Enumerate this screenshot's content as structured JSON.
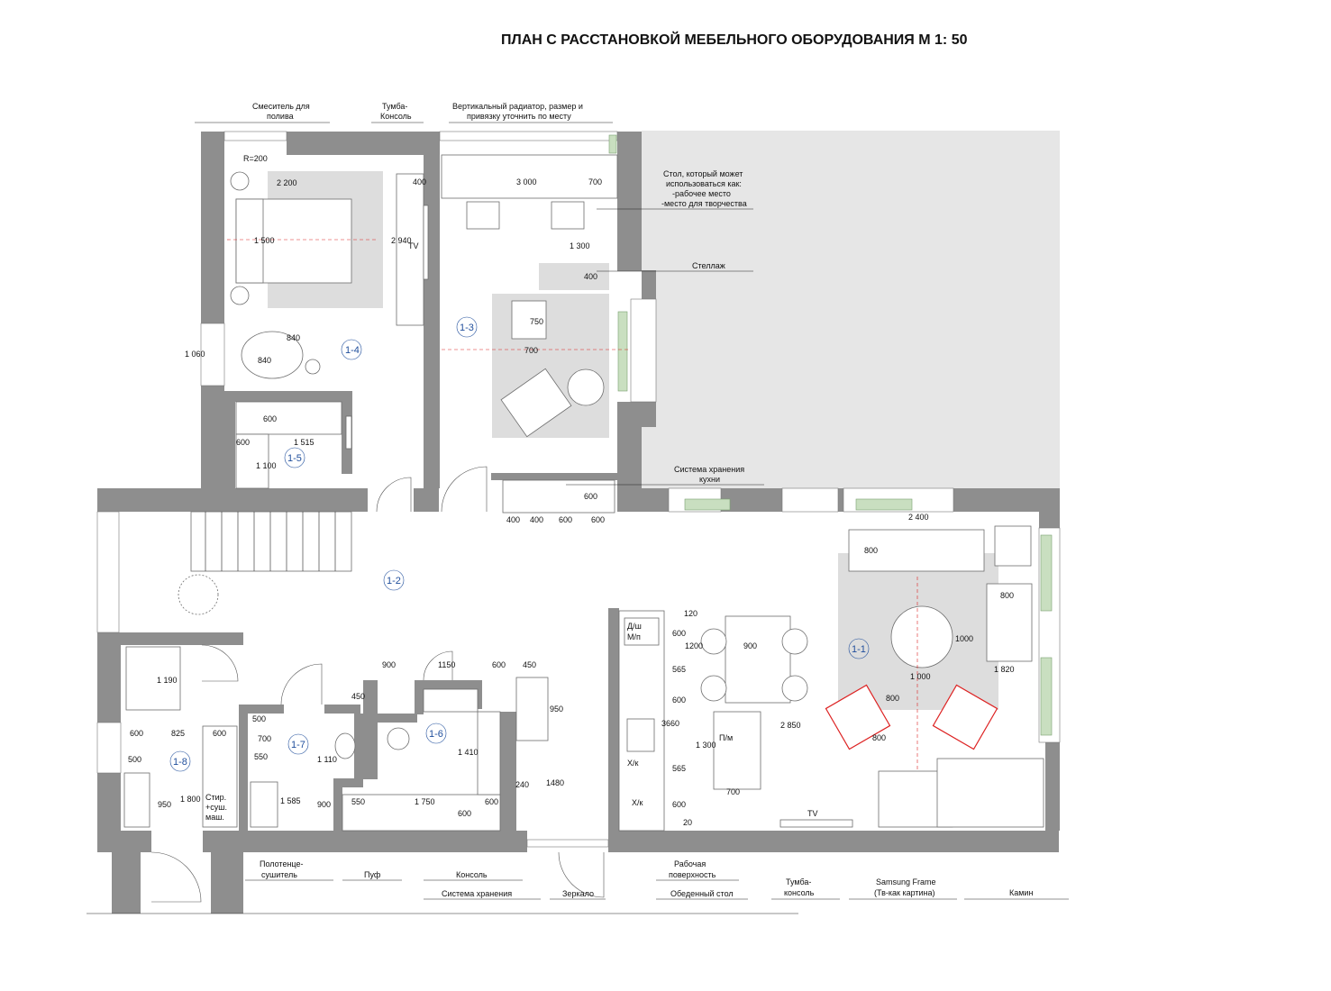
{
  "title": "ПЛАН С РАССТАНОВКОЙ МЕБЕЛЬНОГО ОБОРУДОВАНИЯ М 1: 50",
  "rooms": {
    "r11": "1-1",
    "r12": "1-2",
    "r13": "1-3",
    "r14": "1-4",
    "r15": "1-5",
    "r16": "1-6",
    "r17": "1-7",
    "r18": "1-8"
  },
  "labels": {
    "mixer": "Смеситель для",
    "mixer2": "полива",
    "tumba_top": "Тумба-",
    "tumba_top2": "Консоль",
    "radiator": "Вертикальный радиатор, размер и",
    "radiator2": "привязку уточнить по месту",
    "desk1": "Стол, который может",
    "desk2": "использоваться как:",
    "desk3": "-рабочее место",
    "desk4": "-место для творчества",
    "shelf": "Стеллаж",
    "storage_kitchen": "Система хранения",
    "storage_kitchen2": "кухни",
    "tv1": "TV",
    "tv2": "TV",
    "towel": "Полотенце-",
    "towel2": "сушитель",
    "pouf": "Пуф",
    "console": "Консоль",
    "storage": "Система хранения",
    "mirror": "Зеркало",
    "worktop": "Рабочая",
    "worktop2": "поверхность",
    "dining": "Обеденный стол",
    "tumba_bot": "Тумба-",
    "tumba_bot2": "консоль",
    "samsung": "Samsung Frame",
    "samsung2": "(Тв-как картина)",
    "fireplace": "Камин",
    "dw": "Д/ш",
    "mp": "М/п",
    "pm": "П/м",
    "xk": "Х/к",
    "xk2": "Х/к",
    "wm1": "Стир.",
    "wm2": "+суш.",
    "wm3": "маш.",
    "r200": "R=200"
  },
  "dims": [
    "2 200",
    "400",
    "3 000",
    "700",
    "1 500",
    "2 940",
    "1 300",
    "400",
    "840",
    "840",
    "750",
    "700",
    "1 060",
    "600",
    "600",
    "1 515",
    "1 100",
    "600",
    "400",
    "400",
    "600",
    "600",
    "2 400",
    "800",
    "800",
    "1000",
    "1 000",
    "1 820",
    "800",
    "800",
    "120",
    "600",
    "1200",
    "900",
    "565",
    "600",
    "3660",
    "1 300",
    "565",
    "600",
    "2 850",
    "20",
    "700",
    "1 190",
    "600",
    "825",
    "600",
    "500",
    "950",
    "1 800",
    "500",
    "700",
    "550",
    "1 110",
    "1 585",
    "900",
    "900",
    "1150",
    "600",
    "450",
    "450",
    "950",
    "1 410",
    "550",
    "1 750",
    "600",
    "600",
    "240",
    "1480"
  ]
}
